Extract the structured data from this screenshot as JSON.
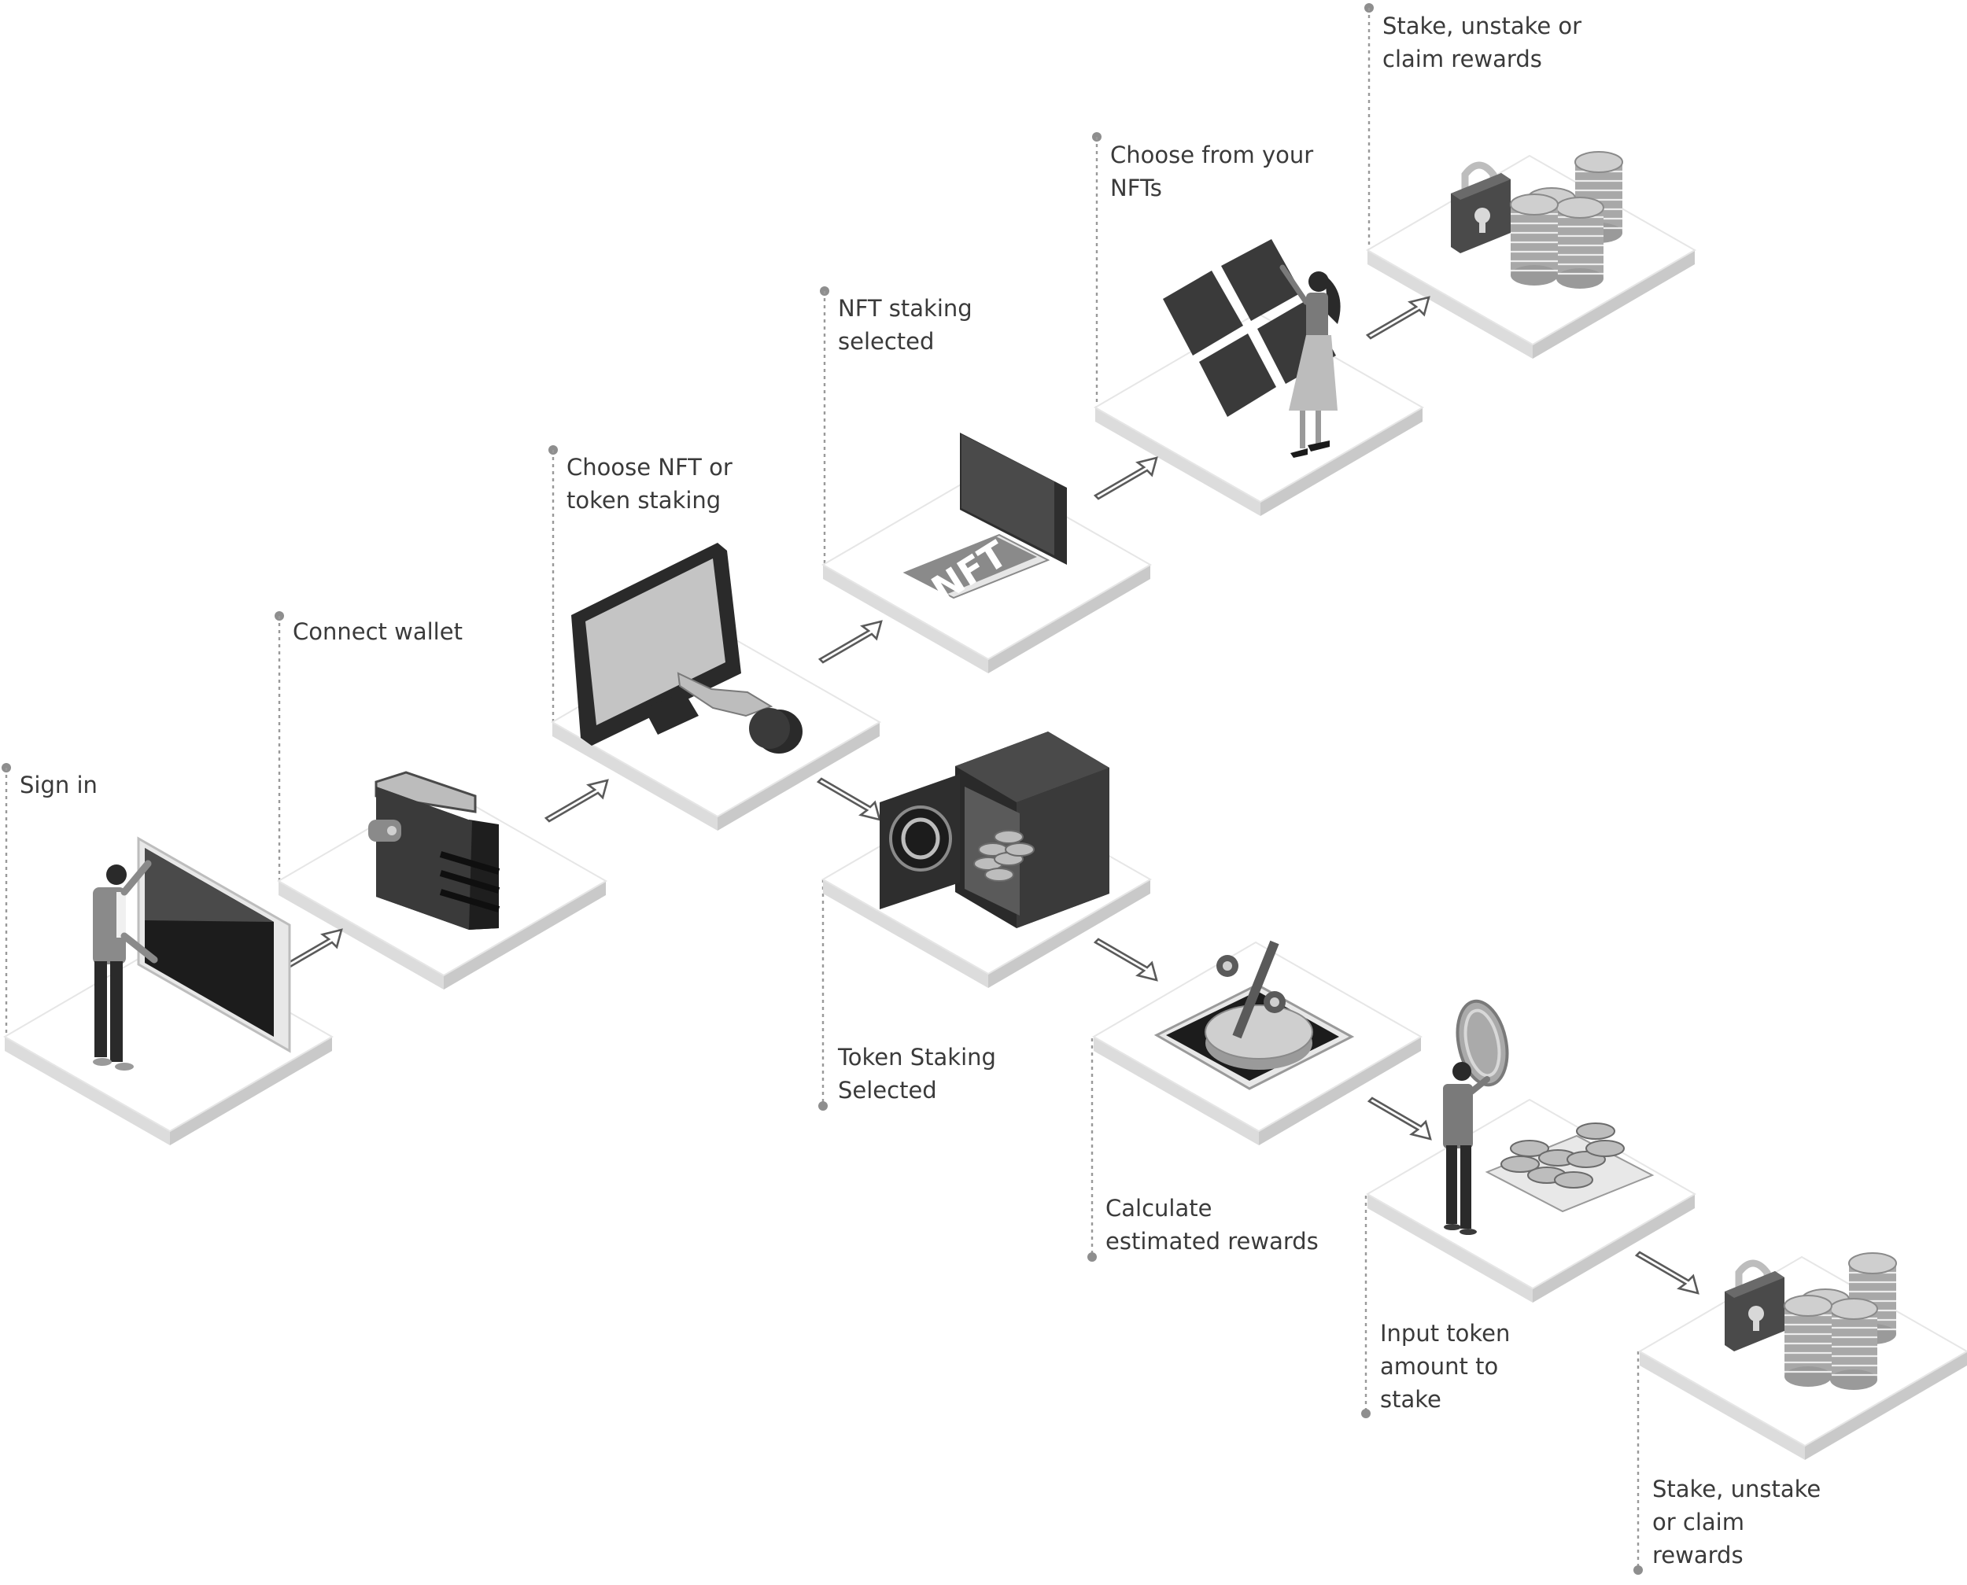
{
  "steps": {
    "sign_in": "Sign in",
    "connect_wallet": "Connect wallet",
    "choose_nft_or_token": [
      "Choose NFT or",
      "token staking"
    ],
    "nft_staking_selected": [
      "NFT staking",
      "selected"
    ],
    "choose_from_nfts": [
      "Choose from your",
      "NFTs"
    ],
    "stake_unstake_top": [
      "Stake, unstake or",
      "claim rewards"
    ],
    "token_staking_selected": [
      "Token Staking",
      "Selected"
    ],
    "calculate_rewards": [
      "Calculate",
      "estimated rewards"
    ],
    "input_token_amount": [
      "Input token",
      "amount to",
      "stake"
    ],
    "stake_unstake_bottom": [
      "Stake, unstake",
      "or claim",
      "rewards"
    ]
  },
  "nft_card_text": "NFT",
  "icons": [
    "person-tablet",
    "wallet",
    "monitor-touch",
    "nft-card",
    "nft-grid-person",
    "lock-coins",
    "safe",
    "percent-coin",
    "person-coin",
    "lock-coins"
  ],
  "colors": {
    "text": "#3a3a3a",
    "leader": "#9a9a9a",
    "dark": "#2e2e2e",
    "mid": "#7a7a7a",
    "light": "#c4c4c4"
  }
}
